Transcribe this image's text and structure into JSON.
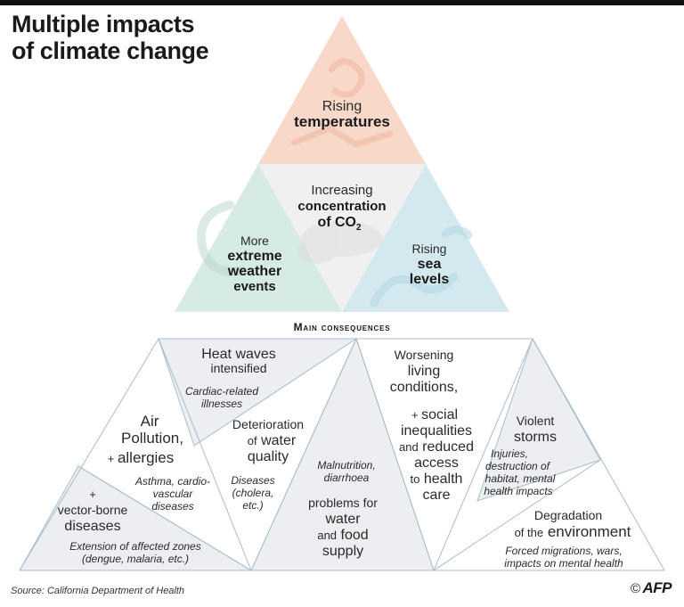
{
  "title_line1": "Multiple impacts",
  "title_line2": "of climate change",
  "pyramid": {
    "top": {
      "line1": "Rising",
      "line2": "temperatures"
    },
    "center": {
      "line1": "Increasing",
      "line2": "concentration",
      "line3": "of CO",
      "sub": "2"
    },
    "left": {
      "line1": "More",
      "line2": "extreme",
      "line3": "weather",
      "line4": "events"
    },
    "right": {
      "line1": "Rising",
      "line2": "sea",
      "line3": "levels"
    }
  },
  "consequences_label": "Main consequences",
  "consequences": {
    "heat": {
      "line1": "Heat waves",
      "line2": "intensified",
      "d1": "Cardiac-related",
      "d2": "illnesses"
    },
    "air": {
      "line1": "Air",
      "line2": "Pollution",
      "line3": "allergies",
      "d1": "Asthma, cardio-",
      "d2": "vascular",
      "d3": "diseases"
    },
    "water": {
      "line1": "Deterioration",
      "line2a": "of",
      "line2b": "water",
      "line3": "quality",
      "d1": "Diseases",
      "d2": "(cholera,",
      "d3": "etc.)"
    },
    "vector": {
      "plus": "+",
      "line1": "vector-borne",
      "line2": "diseases",
      "d1": "Extension of affected zones",
      "d2": "(dengue, malaria, etc.)"
    },
    "food": {
      "d1": "Malnutrition,",
      "d2": "diarrhoea",
      "line1": "problems for",
      "line2": "water",
      "line3a": "and",
      "line3b": "food",
      "line4": "supply"
    },
    "living": {
      "line1": "Worsening",
      "line2": "living",
      "line3": "conditions,",
      "line4": "social",
      "line5": "inequalities",
      "line6a": "and",
      "line6b": "reduced",
      "line7": "access",
      "line8a": "to",
      "line8b": "health",
      "line9": "care"
    },
    "storms": {
      "line1": "Violent",
      "line2": "storms",
      "d1": "Injuries,",
      "d2": "destruction of",
      "d3": "habitat, mental",
      "d4": "health impacts"
    },
    "environment": {
      "line1": "Degradation",
      "line2a": "of the",
      "line2b": "environment",
      "d1": "Forced migrations, wars,",
      "d2": "impacts on mental health"
    }
  },
  "source": "Source: California Department of Health",
  "credit": "AFP",
  "colors": {
    "top": "#f8d8c8",
    "left": "#d6ebe2",
    "right": "#d3e9ef",
    "center": "#f0f0f0",
    "gray_panel": "#eceef1",
    "stroke": "#a9bcc8"
  }
}
